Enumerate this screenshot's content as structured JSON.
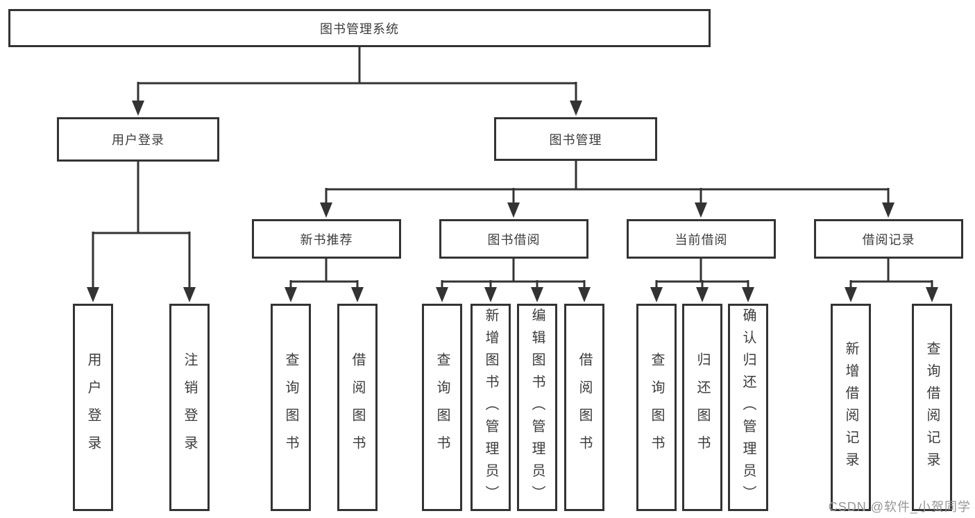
{
  "tree": {
    "root_label": "图书管理系统",
    "branches": [
      {
        "label": "用户登录",
        "leaves": [
          "用户登录",
          "注销登录"
        ]
      },
      {
        "label": "图书管理",
        "groups": [
          {
            "label": "新书推荐",
            "leaves": [
              "查询图书",
              "借阅图书"
            ]
          },
          {
            "label": "图书借阅",
            "leaves": [
              "查询图书",
              "新增图书（管理员）",
              "编辑图书（管理员）",
              "借阅图书"
            ]
          },
          {
            "label": "当前借阅",
            "leaves": [
              "查询图书",
              "归还图书",
              "确认归还（管理员）"
            ]
          },
          {
            "label": "借阅记录",
            "leaves": [
              "新增借阅记录",
              "查询借阅记录"
            ]
          }
        ]
      }
    ]
  },
  "watermark": {
    "text": "CSDN @软件_小贺同学"
  },
  "colors": {
    "line": "#333333",
    "box_border": "#333333",
    "text": "#3c3c3c",
    "watermark": "#969696",
    "background": "#ffffff"
  }
}
